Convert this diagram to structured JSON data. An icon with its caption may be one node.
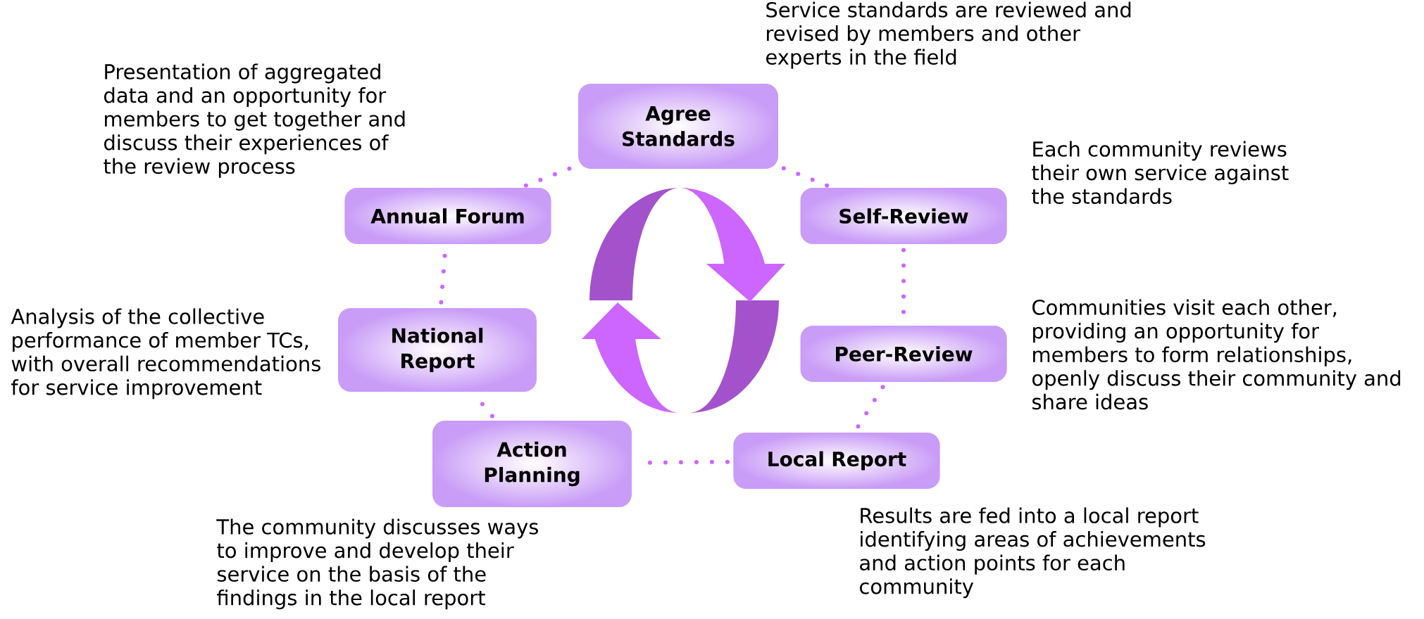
{
  "diagram": {
    "nodes": [
      {
        "text": [
          "Agree Standards"
        ],
        "beside": [
          "Service standards are reviewed and revised by members and other experts in the field"
        ]
      },
      {
        "text": [
          "Self-Review"
        ],
        "beside": [
          "Each community reviews their own service against the standards"
        ]
      },
      {
        "text": [
          "Peer-Review"
        ],
        "beside": [
          "Communities visit each other, providing an opportunity for members to form relationships, openly discuss their community and share ideas"
        ]
      },
      {
        "text": [
          "Local Report"
        ],
        "beside": [
          "Results are fed into a local report identifying areas of achievements and action points for each community"
        ]
      },
      {
        "text": [
          "Action Planning"
        ],
        "beside": [
          "The community discusses ways to improve and develop their service on the basis of the findings in the local report"
        ]
      },
      {
        "text": [
          "National Report"
        ],
        "beside": [
          "Analysis of the collective performance of member TCs, with overall recommendations for service improvement"
        ]
      },
      {
        "text": [
          "Annual Forum"
        ],
        "beside": [
          "Presentation of aggregated data and an opportunity for members to get together and discuss their experiences of the review process"
        ]
      }
    ],
    "edges": [
      {
        "from": 0,
        "to": 1,
        "arrow": "none"
      },
      {
        "from": 1,
        "to": 2,
        "arrow": "none"
      },
      {
        "from": 2,
        "to": 3,
        "arrow": "none"
      },
      {
        "from": 3,
        "to": 4,
        "arrow": "none"
      },
      {
        "from": 4,
        "to": 5,
        "arrow": "none"
      },
      {
        "from": 5,
        "to": 6,
        "arrow": "none"
      },
      {
        "from": 6,
        "to": 0,
        "arrow": "none"
      }
    ]
  }
}
